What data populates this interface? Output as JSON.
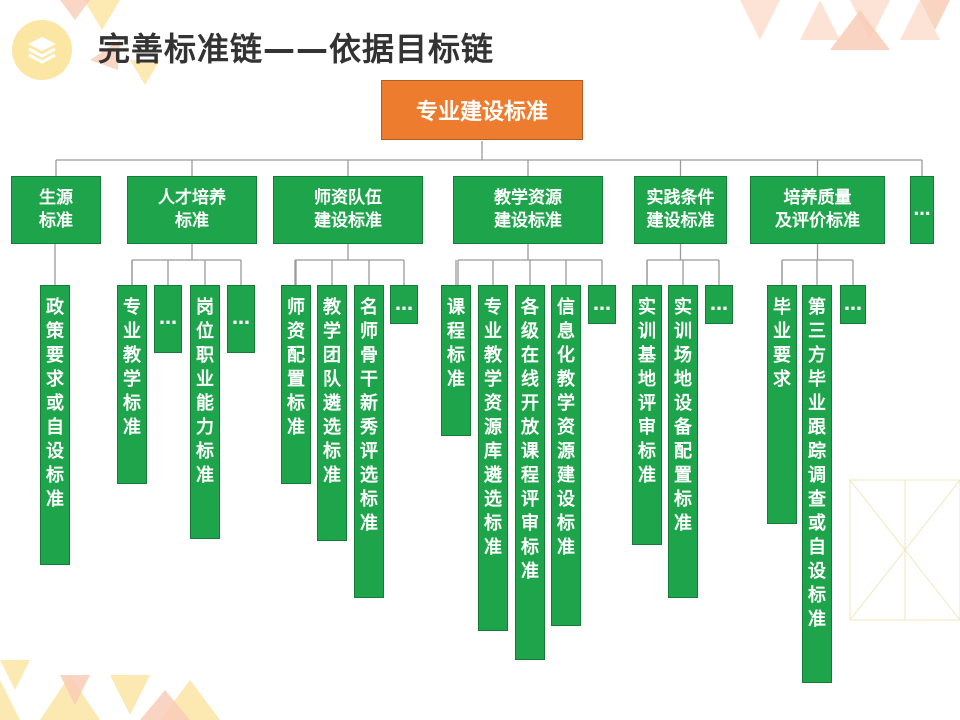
{
  "title": "完善标准链——依据目标链",
  "icons": {
    "logo": "stacked-layers-icon"
  },
  "colors": {
    "root": "#ee7c2f",
    "node": "#1ea44a",
    "connector": "#9a9a9a",
    "title": "#333333"
  },
  "root": {
    "label": "专业建设标准"
  },
  "categories": [
    {
      "lines": [
        "生源",
        "标准"
      ],
      "children": [
        "政策要求或自设标准"
      ]
    },
    {
      "lines": [
        "人才培养",
        "标准"
      ],
      "children": [
        "专业教学标准",
        "…",
        "岗位职业能力标准",
        "…"
      ]
    },
    {
      "lines": [
        "师资队伍",
        "建设标准"
      ],
      "children": [
        "师资配置标准",
        "教学团队遴选标准",
        "名师骨干新秀评选标准",
        "…"
      ]
    },
    {
      "lines": [
        "教学资源",
        "建设标准"
      ],
      "children": [
        "课程标准",
        "专业教学资源库遴选标准",
        "各级在线开放课程评审标准",
        "信息化教学资源建设标准",
        "…"
      ]
    },
    {
      "lines": [
        "实践条件",
        "建设标准"
      ],
      "children": [
        "实训基地评审标准",
        "实训场地设备配置标准",
        "…"
      ]
    },
    {
      "lines": [
        "培养质量",
        "及评价标准"
      ],
      "children": [
        "毕业要求",
        "第三方毕业跟踪调查或自设标准",
        "…"
      ]
    },
    {
      "lines": [
        "…"
      ],
      "children": []
    }
  ]
}
